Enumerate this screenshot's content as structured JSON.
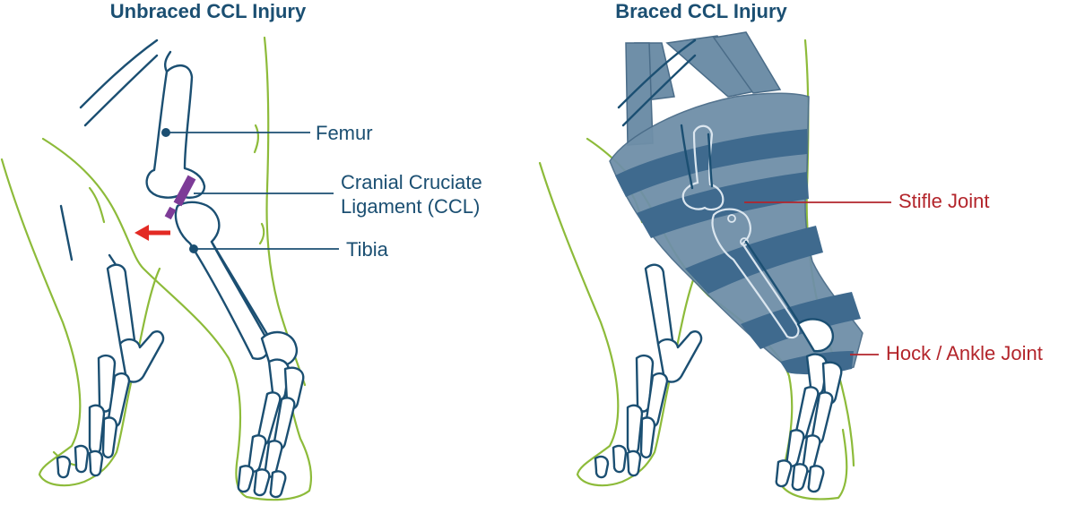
{
  "colors": {
    "title": "#1b4f72",
    "label_blue": "#1b4f72",
    "label_red": "#b3252b",
    "outline_green": "#8dbb3a",
    "bone_stroke": "#1b4f72",
    "brace_fill": "#6f8fa8",
    "brace_band": "#3f6a8e",
    "ligament_purple": "#7d3b97",
    "arrow_red": "#e32a24"
  },
  "panels": [
    {
      "title": "Unbraced CCL Injury",
      "labels": [
        {
          "text": "Femur",
          "icon": "dot-pointer"
        },
        {
          "text": "Cranial Cruciate",
          "icon": "dot-pointer"
        },
        {
          "text": "Ligament (CCL)",
          "icon": ""
        },
        {
          "text": "Tibia",
          "icon": "dot-pointer"
        }
      ]
    },
    {
      "title": "Braced CCL Injury",
      "labels": [
        {
          "text": "Stifle Joint",
          "icon": ""
        },
        {
          "text": "Hock / Ankle Joint",
          "icon": ""
        }
      ]
    }
  ]
}
